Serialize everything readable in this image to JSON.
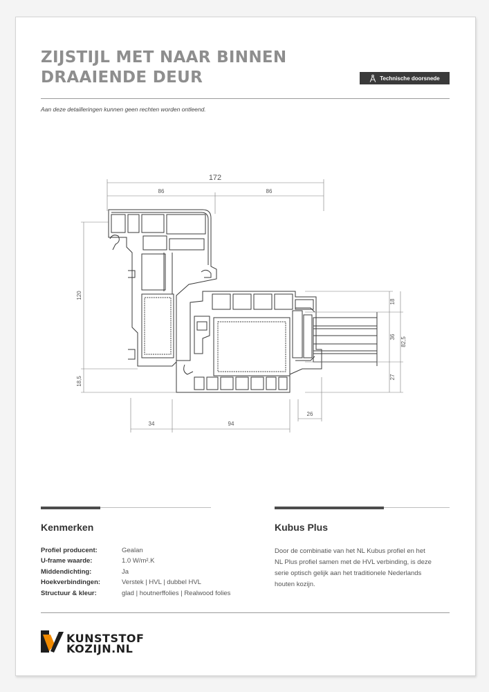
{
  "header": {
    "title_line1": "ZIJSTIJL MET NAAR BINNEN",
    "title_line2": "DRAAIENDE DEUR",
    "tag_label": "Technische doorsnede",
    "tag_icon": "compass-icon"
  },
  "disclaimer": "Aan deze detailleringen kunnen geen rechten worden ontleend.",
  "drawing": {
    "dim_total": "172",
    "dim_left": "86",
    "dim_right": "86",
    "dim_height": "120",
    "dim_bottom_left": "18,5",
    "dim_bottom_34": "34",
    "dim_bottom_94": "94",
    "dim_bottom_26": "26",
    "dim_18": "18",
    "dim_36": "36",
    "dim_27": "27",
    "dim_82_5": "82,5"
  },
  "kenmerken": {
    "title": "Kenmerken",
    "rows": [
      {
        "label": "Profiel producent:",
        "value": "Gealan"
      },
      {
        "label": "U-frame waarde:",
        "value": "1.0 W/m².K"
      },
      {
        "label": "Middendichting:",
        "value": "Ja"
      },
      {
        "label": "Hoekverbindingen:",
        "value": "Verstek | HVL | dubbel HVL"
      },
      {
        "label": "Structuur & kleur:",
        "value": "glad | houtnerffolies | Realwood folies"
      }
    ]
  },
  "product": {
    "title": "Kubus Plus",
    "description": "Door de combinatie van het NL Kubus profiel en het NL Plus profiel samen met de HVL verbinding, is deze serie optisch gelijk aan het traditionele Nederlands houten kozijn."
  },
  "logo": {
    "line1": "KUNSTSTOF",
    "line2": "KOZIJN.NL",
    "accent_color": "#f18a00",
    "dark_color": "#1e1e1e"
  }
}
